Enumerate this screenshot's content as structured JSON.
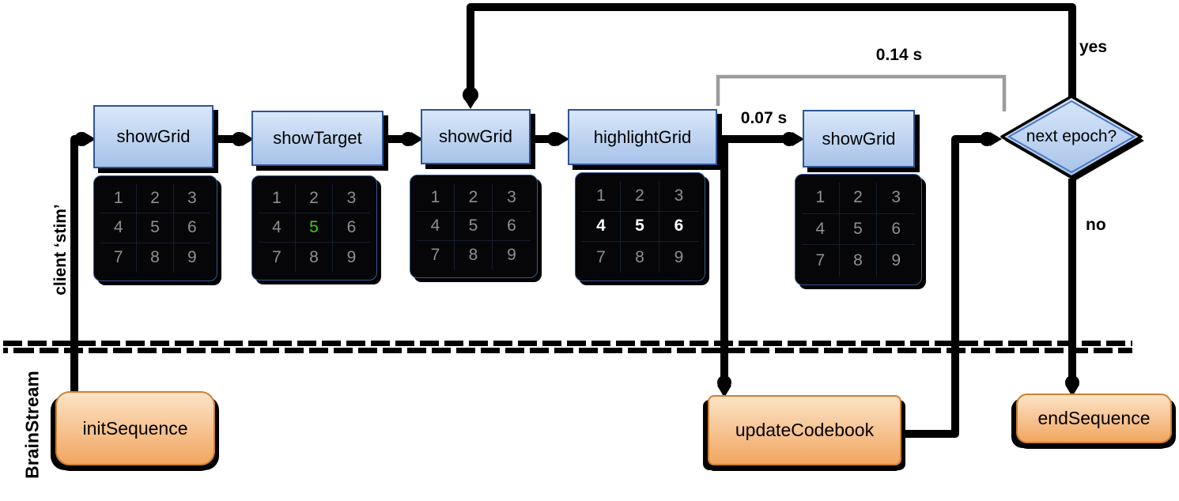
{
  "lanes": {
    "client": "client ‘stim’",
    "brainstream": "BrainStream"
  },
  "stim_nodes": [
    {
      "label": "showGrid",
      "grid": [
        {
          "v": "1",
          "s": "dim"
        },
        {
          "v": "2",
          "s": "dim"
        },
        {
          "v": "3",
          "s": "dim"
        },
        {
          "v": "4",
          "s": "dim"
        },
        {
          "v": "5",
          "s": "dim"
        },
        {
          "v": "6",
          "s": "dim"
        },
        {
          "v": "7",
          "s": "dim"
        },
        {
          "v": "8",
          "s": "dim"
        },
        {
          "v": "9",
          "s": "dim"
        }
      ]
    },
    {
      "label": "showTarget",
      "grid": [
        {
          "v": "1",
          "s": "dim"
        },
        {
          "v": "2",
          "s": "dim"
        },
        {
          "v": "3",
          "s": "dim"
        },
        {
          "v": "4",
          "s": "dim"
        },
        {
          "v": "5",
          "s": "target"
        },
        {
          "v": "6",
          "s": "dim"
        },
        {
          "v": "7",
          "s": "dim"
        },
        {
          "v": "8",
          "s": "dim"
        },
        {
          "v": "9",
          "s": "dim"
        }
      ]
    },
    {
      "label": "showGrid",
      "grid": [
        {
          "v": "1",
          "s": "dim"
        },
        {
          "v": "2",
          "s": "dim"
        },
        {
          "v": "3",
          "s": "dim"
        },
        {
          "v": "4",
          "s": "dim"
        },
        {
          "v": "5",
          "s": "dim"
        },
        {
          "v": "6",
          "s": "dim"
        },
        {
          "v": "7",
          "s": "dim"
        },
        {
          "v": "8",
          "s": "dim"
        },
        {
          "v": "9",
          "s": "dim"
        }
      ]
    },
    {
      "label": "highlightGrid",
      "grid": [
        {
          "v": "1",
          "s": "dim"
        },
        {
          "v": "2",
          "s": "dim"
        },
        {
          "v": "3",
          "s": "dim"
        },
        {
          "v": "4",
          "s": "hl"
        },
        {
          "v": "5",
          "s": "hl"
        },
        {
          "v": "6",
          "s": "hl"
        },
        {
          "v": "7",
          "s": "dim"
        },
        {
          "v": "8",
          "s": "dim"
        },
        {
          "v": "9",
          "s": "dim"
        }
      ]
    },
    {
      "label": "showGrid",
      "grid": [
        {
          "v": "1",
          "s": "dim"
        },
        {
          "v": "2",
          "s": "dim"
        },
        {
          "v": "3",
          "s": "dim"
        },
        {
          "v": "4",
          "s": "dim"
        },
        {
          "v": "5",
          "s": "dim"
        },
        {
          "v": "6",
          "s": "dim"
        },
        {
          "v": "7",
          "s": "dim"
        },
        {
          "v": "8",
          "s": "dim"
        },
        {
          "v": "9",
          "s": "dim"
        }
      ]
    }
  ],
  "decision": {
    "label": "next epoch?",
    "yes": "yes",
    "no": "no"
  },
  "timings": {
    "interval": "0.07 s",
    "span": "0.14 s"
  },
  "brainstream_nodes": {
    "init": {
      "label": "initSequence"
    },
    "update": {
      "label": "updateCodebook"
    },
    "end": {
      "label": "endSequence"
    }
  },
  "colors": {
    "node_fill_top": "#d9e7f9",
    "node_fill_bottom": "#a7c2e9",
    "node_border": "#2e5596",
    "action_fill_top": "#fce3c6",
    "action_fill_bottom": "#f1a660",
    "action_border": "#cf7f33",
    "grid_bg": "#060608",
    "grid_border": "#35599a",
    "digit_dim": "#8f8f8f",
    "digit_target": "#3ccf10",
    "digit_highlight": "#ffffff",
    "flow_black": "#000000",
    "bracket_gray": "#9b9b9b"
  }
}
